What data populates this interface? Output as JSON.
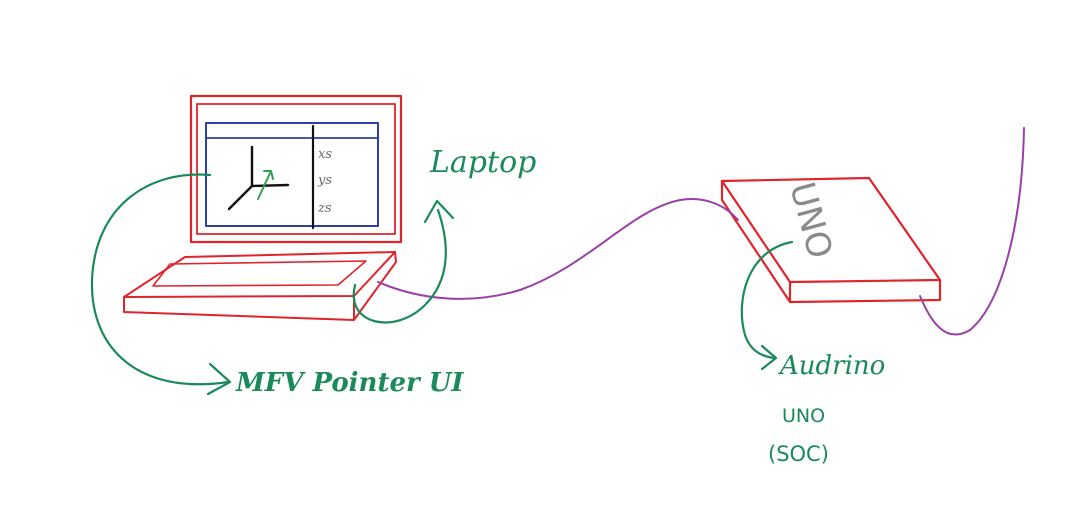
{
  "labels": {
    "laptop": "Laptop",
    "ui": "MFV Pointer UI",
    "board_top": "UNO",
    "arduino_line1": "Audrino",
    "arduino_line2": "UNO",
    "arduino_line3": "(SOC)"
  },
  "readouts": {
    "x": "xs",
    "y": "ys",
    "z": "zs"
  },
  "colors": {
    "laptop": "#e0242c",
    "screen": "#2e3fa8",
    "annotation": "#1a8a5a",
    "cable": "#9b3fa8",
    "ink": "#111111",
    "board_text": "#8a8a8a"
  }
}
